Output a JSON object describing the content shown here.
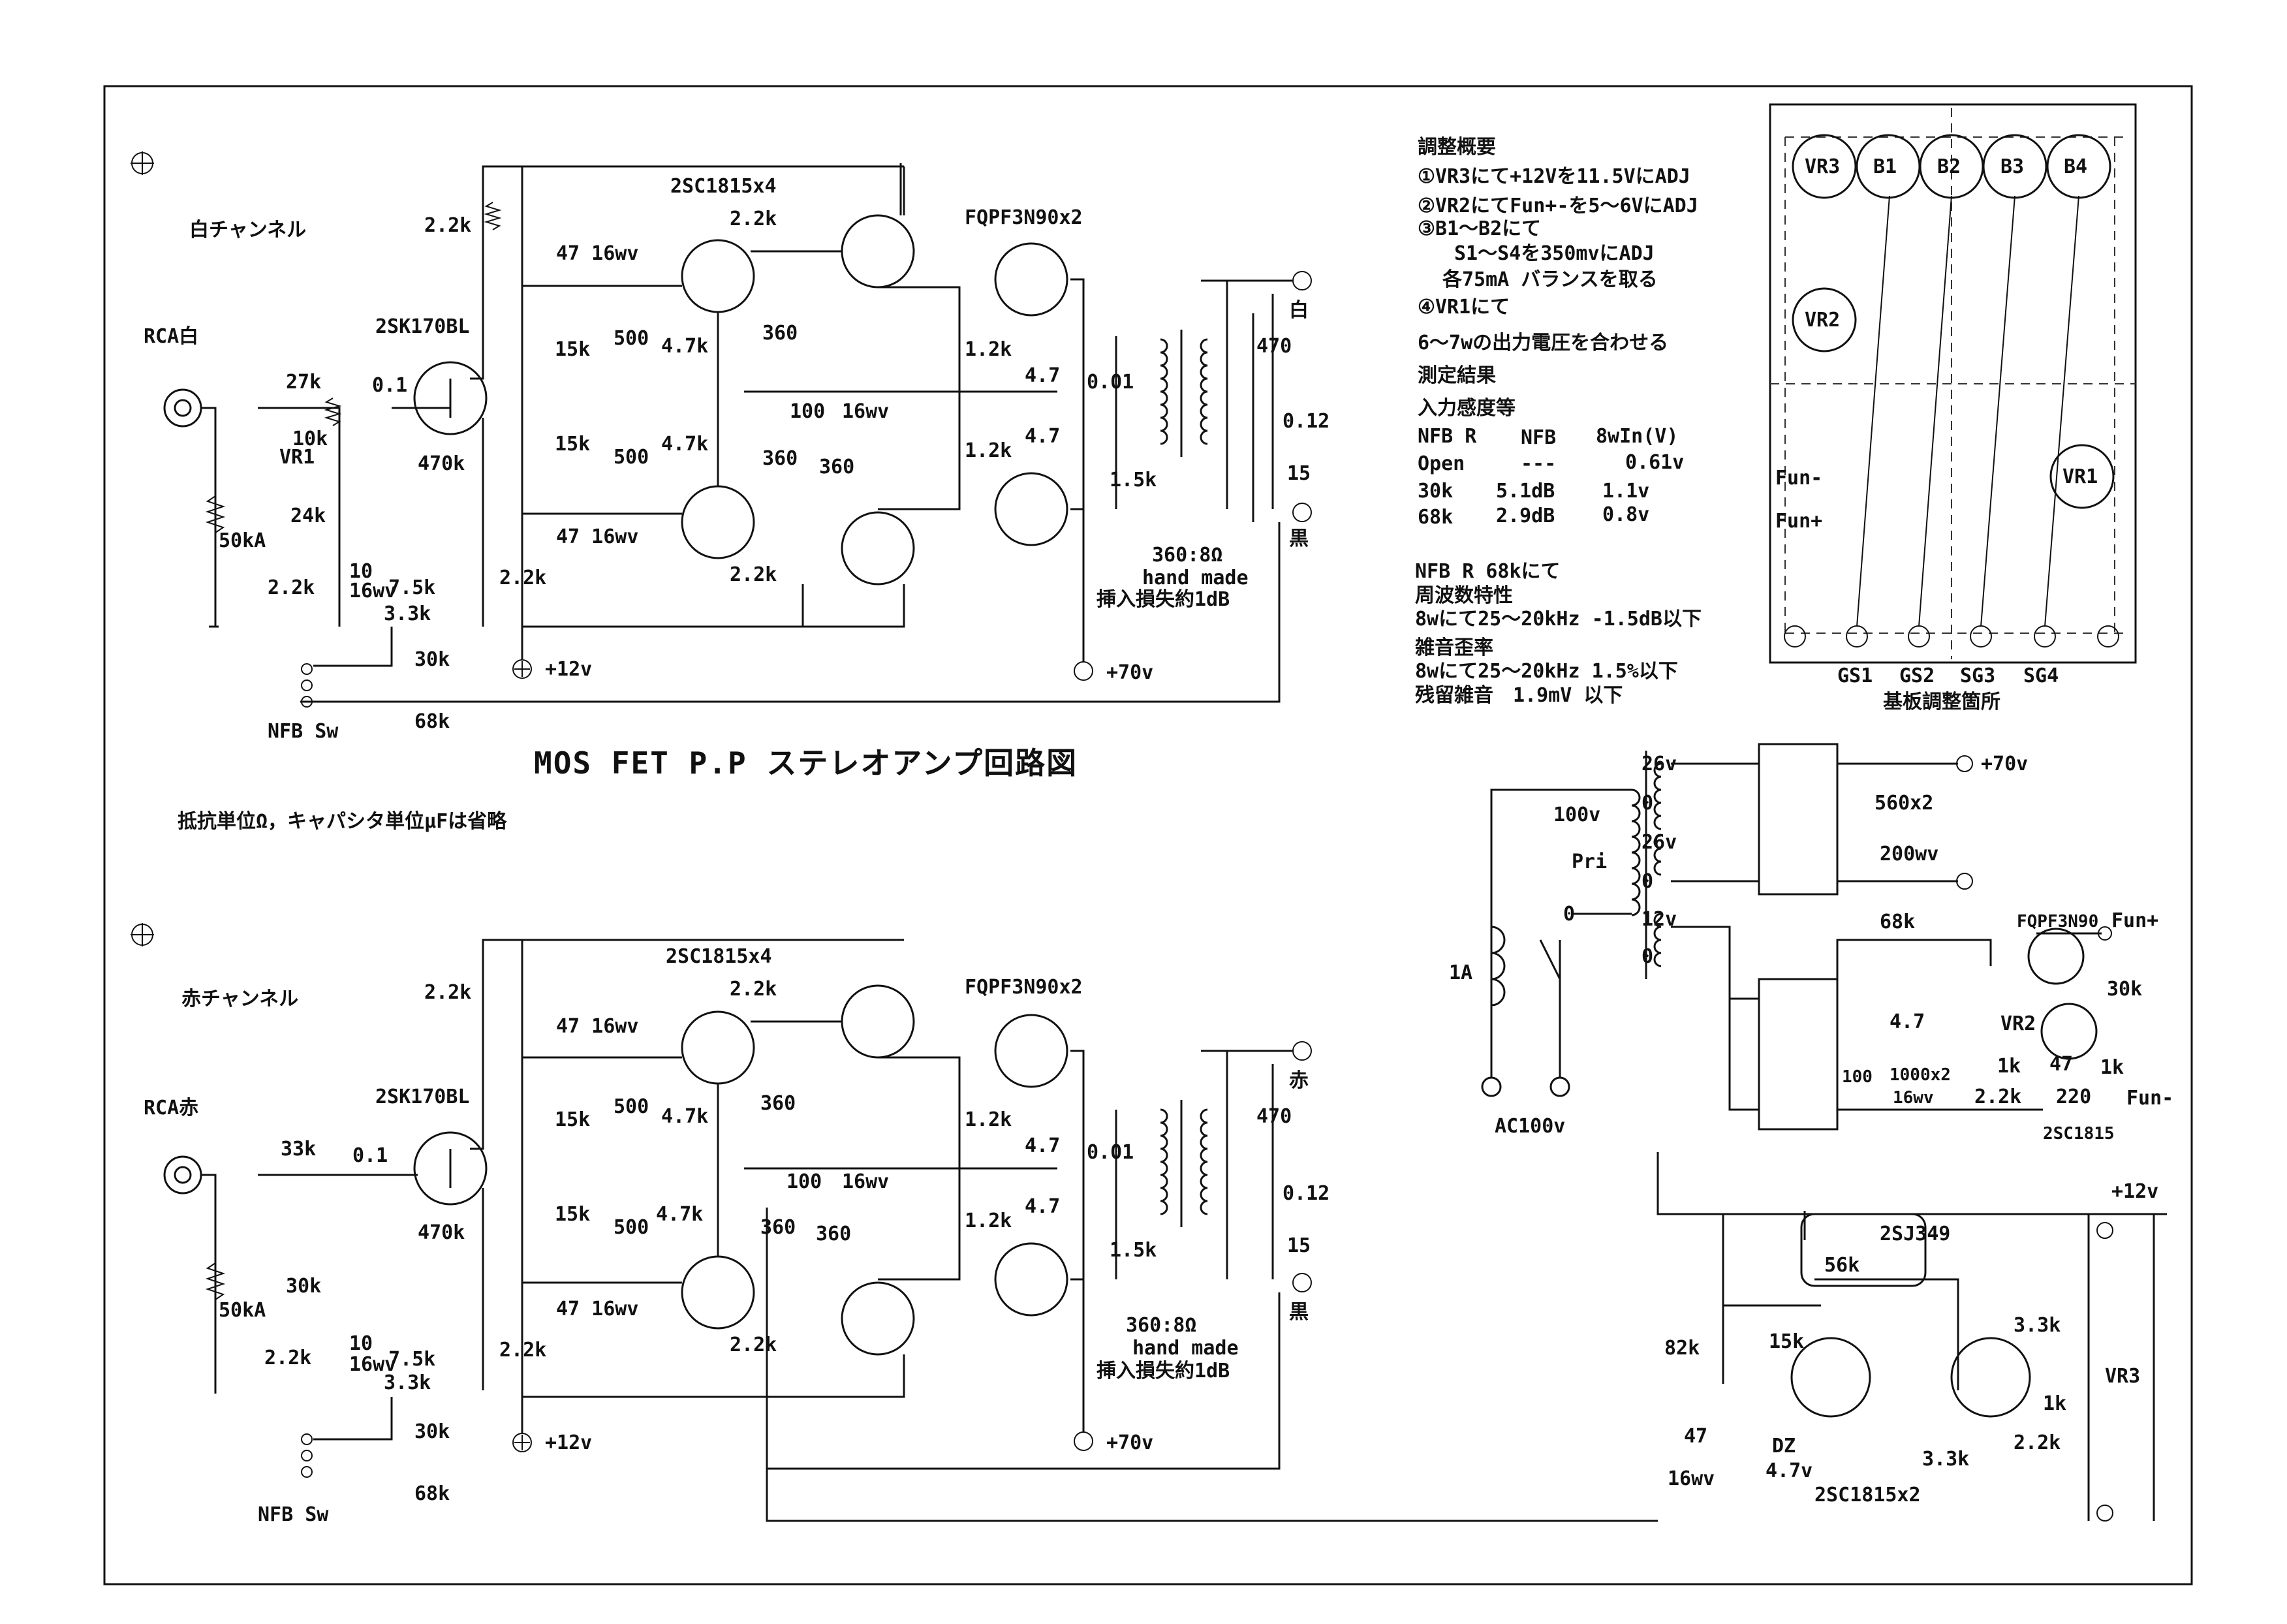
{
  "title": "MOS FET P.P ステレオアンプ回路図",
  "note": "抵抗単位Ω，キャパシタ単位μFは省略",
  "channels": [
    {
      "name": "白チャンネル",
      "rca": "RCA白",
      "in_res": "27k",
      "in_res2": "10k",
      "vr": "VR1",
      "bias_res": "24k",
      "fet": "2SK170BL",
      "cap": "0.1",
      "vol": "50kA",
      "out": "白",
      "gnd": "黒"
    },
    {
      "name": "赤チャンネル",
      "rca": "RCA赤",
      "in_res": "33k",
      "in_res2": "",
      "vr": "",
      "bias_res": "30k",
      "fet": "2SK170BL",
      "cap": "0.1",
      "vol": "50kA",
      "out": "赤",
      "gnd": "黒"
    }
  ],
  "amp_labels": {
    "driver": "2SC1815x4",
    "output": "FQPF3N90x2",
    "r22k": "2.2k",
    "cap47": "47 16wv",
    "r15k": "15k",
    "r500": "500",
    "r47k": "4.7k",
    "r360": "360",
    "cap100": "100",
    "cap100v": "16wv",
    "r12k": "1.2k",
    "r47": "4.7",
    "r470k": "470k",
    "r10": "10",
    "r10v": "16wv",
    "r33k": "3.3k",
    "r75k": "7.5k",
    "c001": "0.01",
    "r15kb": "1.5k",
    "r470": "470",
    "c012": "0.12",
    "r15": "15",
    "trans": "360:8Ω",
    "trans2": "hand made",
    "trans3": "挿入損失約1dB",
    "v12": "+12v",
    "v70": "+70v",
    "r30k": "30k",
    "r68k": "68k",
    "nfb": "NFB Sw"
  },
  "adjust": {
    "heading": "調整概要",
    "lines": [
      "①VR3にて+12Vを11.5VにADJ",
      "②VR2にてFun+-を5～6VにADJ",
      "③B1～B2にて",
      "S1～S4を350mvにADJ",
      "各75mA バランスを取る",
      "④VR1にて",
      "6～7wの出力電圧を合わせる"
    ]
  },
  "measure": {
    "heading": "測定結果",
    "sub": "入力感度等",
    "header": [
      "NFB R",
      "NFB",
      "8wIn(V)"
    ],
    "rows": [
      [
        "Open",
        "---",
        "0.61v"
      ],
      [
        "30k",
        "5.1dB",
        "1.1v"
      ],
      [
        "68k",
        "2.9dB",
        "0.8v"
      ]
    ],
    "nfb_note": "NFB R 68kにて",
    "freq_head": "周波数特性",
    "freq": "8wにて25～20kHz -1.5dB以下",
    "dist_head": "雑音歪率",
    "dist": "8wにて25～20kHz 1.5%以下",
    "noise": "残留雑音　1.9mV 以下"
  },
  "board": {
    "top": [
      "VR3",
      "B1",
      "B2",
      "B3",
      "B4"
    ],
    "vr2": "VR2",
    "vr1": "VR1",
    "fun_minus": "Fun-",
    "fun_plus": "Fun+",
    "bottom": [
      "GS1",
      "GS2",
      "SG3",
      "SG4"
    ],
    "caption": "基板調整箇所"
  },
  "psu": {
    "t26a": "26v",
    "t0a": "0",
    "t26b": "26v",
    "t0b": "0",
    "t12": "12v",
    "t0c": "0",
    "pri100": "100v",
    "pri": "Pri",
    "pri0": "0",
    "fuse": "1A",
    "ac": "AC100v",
    "v70": "+70v",
    "cap560": "560x2",
    "cap560v": "200wv",
    "r68k": "68k",
    "fan_fet": "FQPF3N90",
    "fun_plus": "Fun+",
    "r30k": "30k",
    "r47": "4.7",
    "vr2": "VR2",
    "r1k": "1k",
    "r47b": "47",
    "r1kb": "1k",
    "c100": "100",
    "c1000": "1000x2",
    "c1000v": "16wv",
    "r22k": "2.2k",
    "r220": "220",
    "fun_minus": "Fun-",
    "tr": "2SC1815",
    "v12": "+12v",
    "sj": "2SJ349",
    "r56k": "56k",
    "r82k": "82k",
    "r15k": "15k",
    "r33k": "3.3k",
    "vr3": "VR3",
    "r1kc": "1k",
    "r22kb": "2.2k",
    "c47": "47",
    "c47v": "16wv",
    "dz": "DZ",
    "dzv": "4.7v",
    "r33kb": "3.3k",
    "trx2": "2SC1815x2"
  }
}
